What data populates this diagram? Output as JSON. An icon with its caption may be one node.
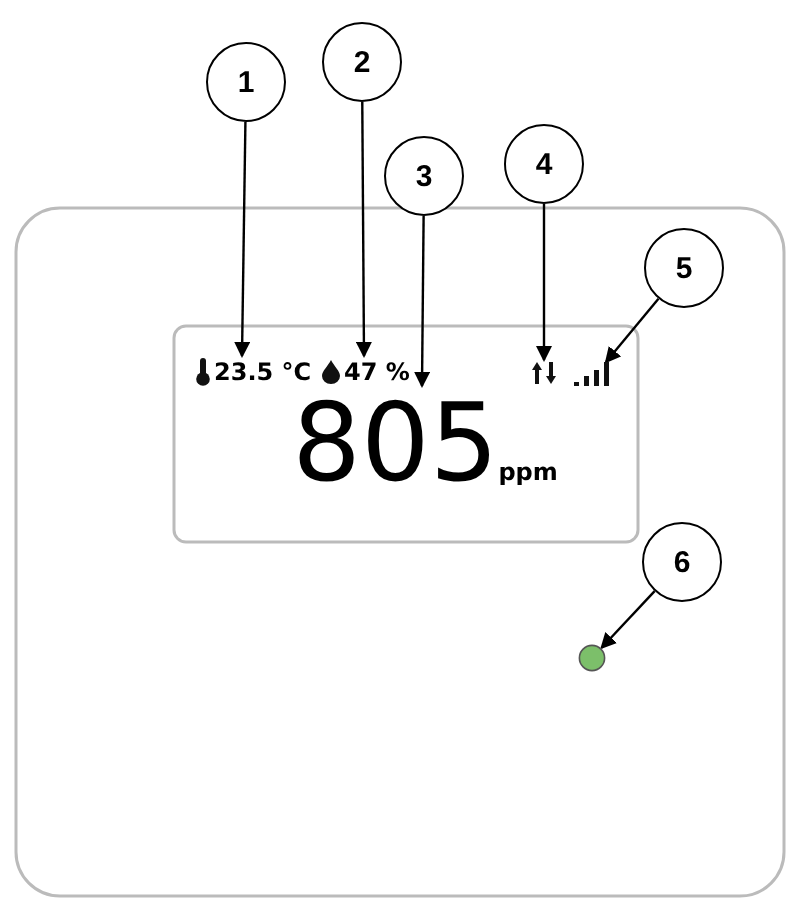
{
  "diagram": {
    "nodes": [
      {
        "text": [
          "1"
        ]
      },
      {
        "text": [
          "2"
        ]
      },
      {
        "text": [
          "3"
        ]
      },
      {
        "text": [
          "4"
        ]
      },
      {
        "text": [
          "5"
        ]
      },
      {
        "text": [
          "6"
        ]
      },
      {
        "text": [
          "23.5 °C"
        ]
      },
      {
        "text": [
          "47 %"
        ]
      },
      {
        "text": [
          "805",
          "ppm"
        ]
      },
      {
        "text": [],
        "shape": "arrow"
      },
      {
        "text": [],
        "shape": "bar"
      },
      {
        "text": [],
        "shape": "circle"
      }
    ],
    "edges": [
      {
        "from": 0,
        "to": 6,
        "arrow": "to"
      },
      {
        "from": 1,
        "to": 7,
        "arrow": "to"
      },
      {
        "from": 2,
        "to": 8,
        "arrow": "to"
      },
      {
        "from": 3,
        "to": 9,
        "arrow": "to"
      },
      {
        "from": 4,
        "to": 10,
        "arrow": "to"
      },
      {
        "from": 5,
        "to": 11,
        "arrow": "to"
      }
    ]
  }
}
